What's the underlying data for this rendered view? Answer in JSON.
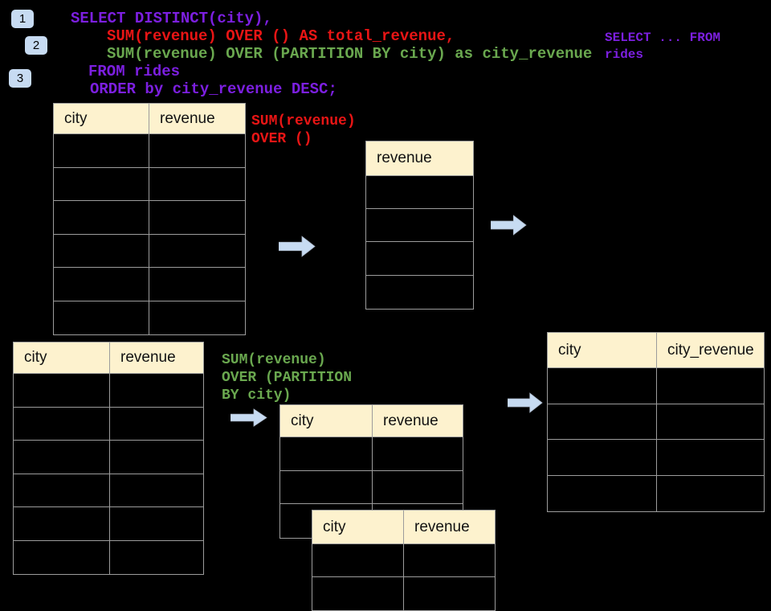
{
  "colors": {
    "background": "#000000",
    "sql_purple": "#7c1fe0",
    "sql_red": "#e91515",
    "sql_green": "#6aa84f",
    "badge_blue": "#c7dbf2",
    "arrow_blue": "#c7dbf2",
    "table_header_cream": "#fdf2ce",
    "table_border_gray": "#9c9c9c"
  },
  "badges": [
    {
      "label": "1"
    },
    {
      "label": "2"
    },
    {
      "label": "3"
    }
  ],
  "sql": {
    "line1": "SELECT DISTINCT(city),",
    "line2": "SUM(revenue) OVER () AS total_revenue,",
    "line3": "SUM(revenue) OVER (PARTITION BY city) as city_revenue",
    "line4": "FROM rides",
    "line5": "ORDER by city_revenue DESC;"
  },
  "side_snippet": {
    "line1": "SELECT ... FROM",
    "line2": "rides"
  },
  "total_revenue_label": {
    "line1": "SUM(revenue)",
    "line2": "OVER ()"
  },
  "partition_label": {
    "line1": "SUM(revenue)",
    "line2": "OVER (PARTITION",
    "line3": "BY city)"
  },
  "tables": {
    "source_top": {
      "col1": "city",
      "col2": "revenue"
    },
    "total_result": {
      "col1": "revenue"
    },
    "city_revenue_result": {
      "col1": "city",
      "col2": "city_revenue"
    },
    "source_bottom": {
      "col1": "city",
      "col2": "revenue"
    },
    "partition_mid": {
      "col1": "city",
      "col2": "revenue"
    },
    "partition_front": {
      "col1": "city",
      "col2": "revenue"
    }
  }
}
